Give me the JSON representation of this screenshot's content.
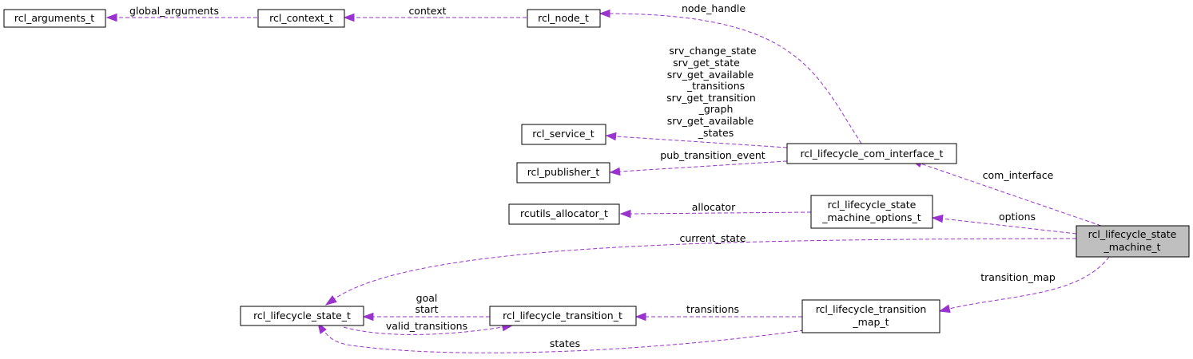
{
  "colors": {
    "edge": "#9a32cd",
    "focus_fill": "#bfbfbf",
    "node_fill": "#ffffff",
    "border": "#000000"
  },
  "nodes": {
    "args": [
      "rcl_arguments_t"
    ],
    "context": [
      "rcl_context_t"
    ],
    "node": [
      "rcl_node_t"
    ],
    "service": [
      "rcl_service_t"
    ],
    "publisher": [
      "rcl_publisher_t"
    ],
    "com": [
      "rcl_lifecycle_com_interface_t"
    ],
    "alloc": [
      "rcutils_allocator_t"
    ],
    "options": [
      "rcl_lifecycle_state",
      "_machine_options_t"
    ],
    "sm": [
      "rcl_lifecycle_state",
      "_machine_t"
    ],
    "state": [
      "rcl_lifecycle_state_t"
    ],
    "transition": [
      "rcl_lifecycle_transition_t"
    ],
    "tmap": [
      "rcl_lifecycle_transition",
      "_map_t"
    ]
  },
  "edges": {
    "global_arguments": [
      "global_arguments"
    ],
    "context": [
      "context"
    ],
    "node_handle": [
      "node_handle"
    ],
    "services": [
      "srv_change_state",
      "srv_get_state",
      "srv_get_available",
      "_transitions",
      "srv_get_transition",
      "_graph",
      "srv_get_available",
      "_states"
    ],
    "pub_transition_event": [
      "pub_transition_event"
    ],
    "com_interface": [
      "com_interface"
    ],
    "allocator": [
      "allocator"
    ],
    "options": [
      "options"
    ],
    "current_state": [
      "current_state"
    ],
    "transition_map": [
      "transition_map"
    ],
    "goal_start": [
      "goal",
      "start"
    ],
    "valid_transitions": [
      "valid_transitions"
    ],
    "transitions": [
      "transitions"
    ],
    "states": [
      "states"
    ]
  }
}
